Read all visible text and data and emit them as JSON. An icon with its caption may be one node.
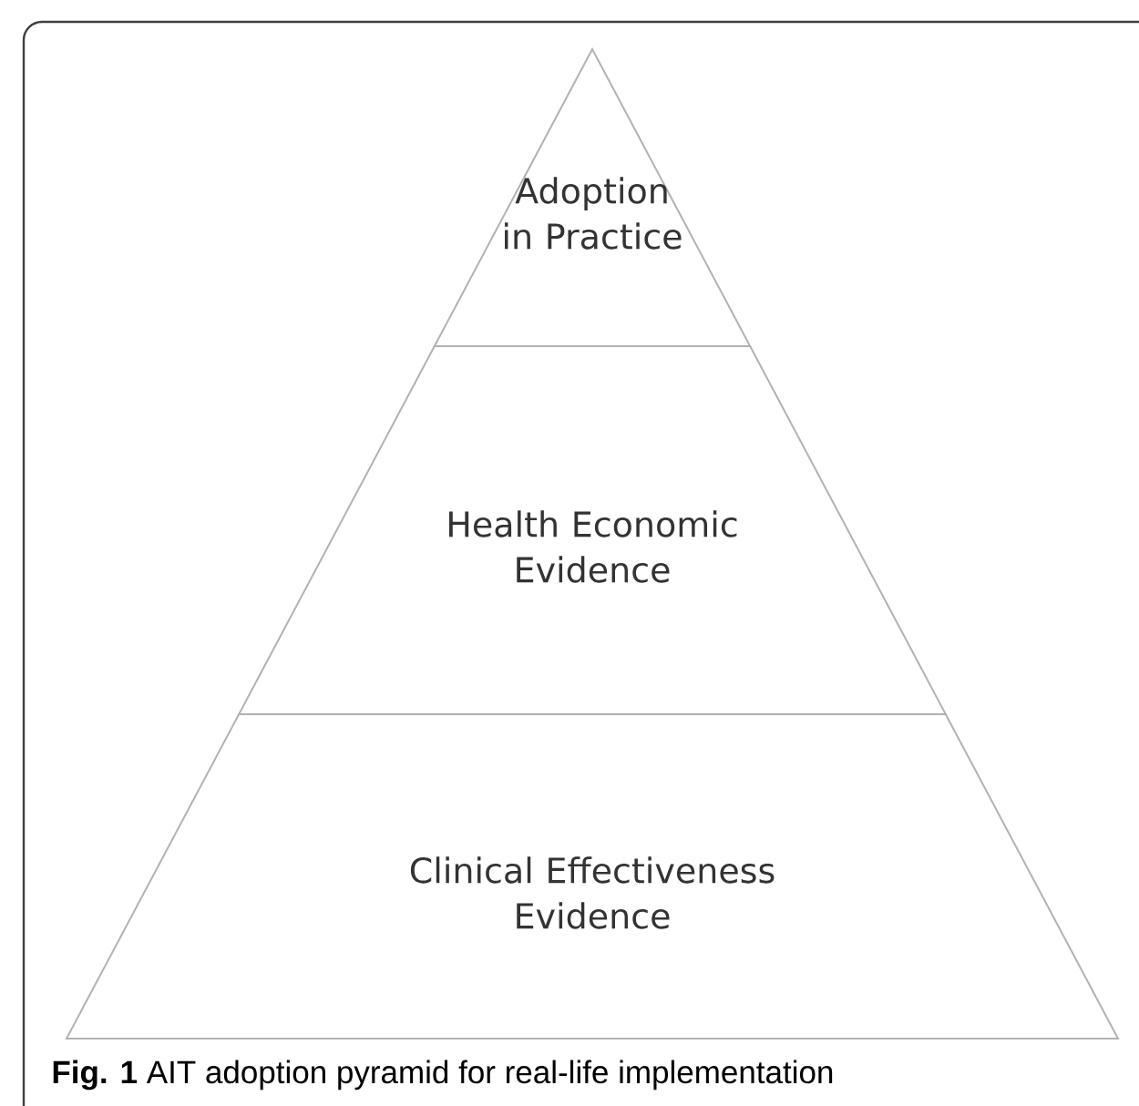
{
  "diagram": {
    "caption": "**Fig. 1** AIT adoption pyramid for real-life implementation",
    "nodes": [
      {
        "text": [
          "Adoption in Practice"
        ]
      },
      {
        "text": [
          "Health Economic Evidence"
        ]
      },
      {
        "text": [
          "Clinical Effectiveness Evidence"
        ]
      }
    ]
  }
}
